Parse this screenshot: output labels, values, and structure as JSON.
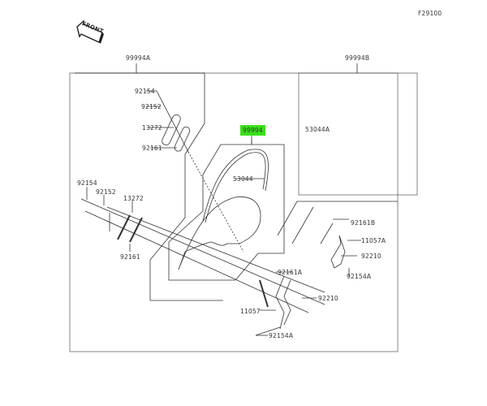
{
  "diagram": {
    "figure_id": "F29100",
    "front_label": "FRONT",
    "highlight_color": "#39e01a",
    "line_color": "#333333",
    "frame_color": "#999999",
    "parts": {
      "kit_a": "99994A",
      "kit_b": "99994B",
      "kit_main": "99994",
      "screen": "53044",
      "screen_b": "53044A",
      "bolt_upper": "92154",
      "washer_upper": "92152",
      "grommet_upper": "13272",
      "collar_upper": "92161",
      "bolt_left": "92154",
      "washer_left": "92152",
      "grommet_left": "13272",
      "collar_left": "92161",
      "collar_b": "92161B",
      "bracket_a": "11057A",
      "nut_right": "92210",
      "bolt_right": "92154A",
      "collar_a": "92161A",
      "nut_lower": "92210",
      "bracket": "11057",
      "bolt_lower": "92154A"
    }
  }
}
